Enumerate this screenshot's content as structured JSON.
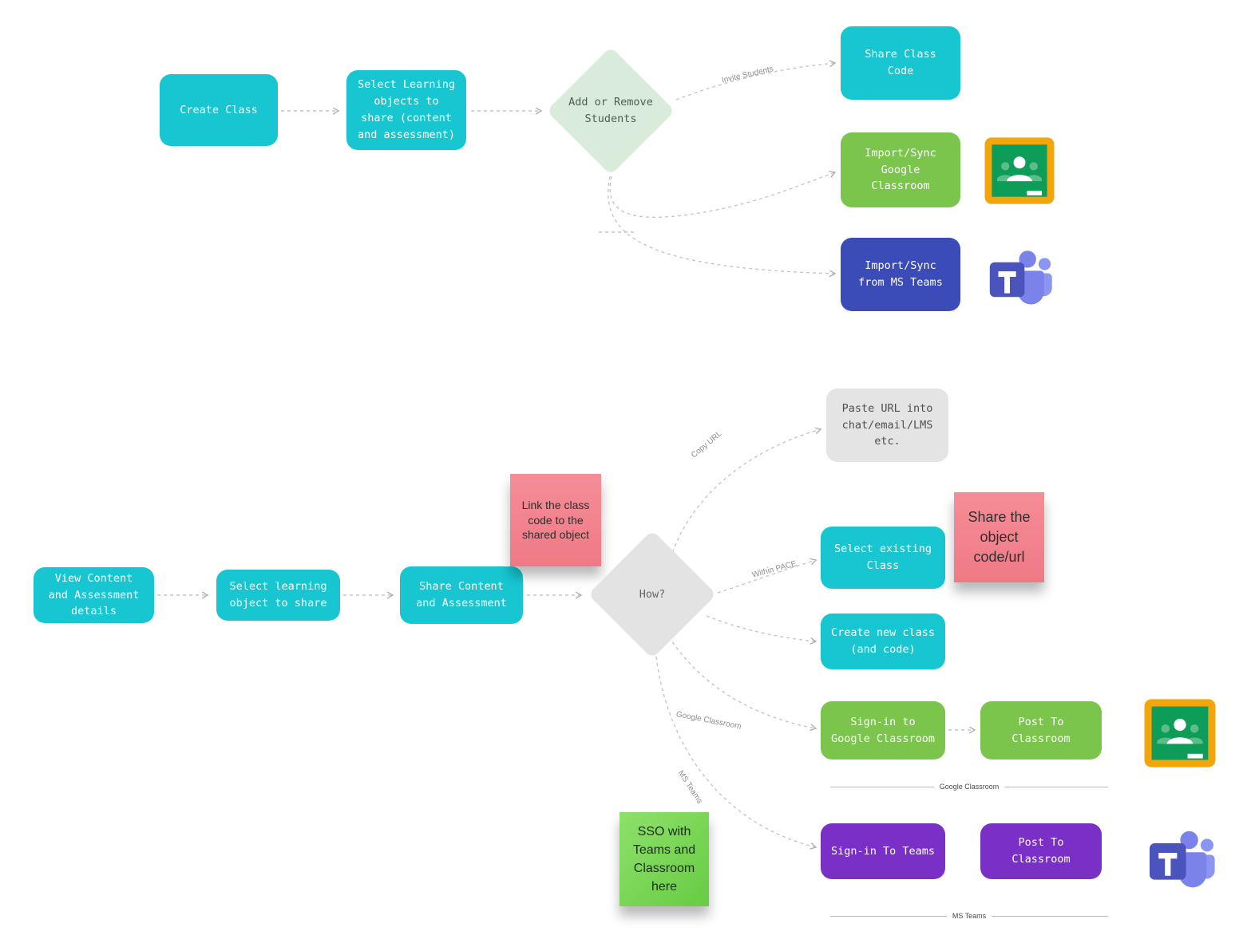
{
  "top_flow": {
    "create_class": "Create Class",
    "select_learning": "Select Learning objects to share (content and assessment)",
    "decision_add_remove": "Add or Remove Students",
    "branch_invite_students": "Invite Students",
    "share_class_code": "Share Class Code",
    "import_sync_google": "Import/Sync Google Classroom",
    "import_sync_teams": "Import/Sync from MS Teams"
  },
  "bottom_flow": {
    "view_content": "View Content and Assessment details",
    "select_object": "Select learning object to share",
    "share_content": "Share Content and Assessment",
    "decision_how": "How?",
    "branch_copy_url": "Copy URL",
    "branch_within_pace": "Within PACE",
    "branch_google_classroom": "Google Classroom",
    "branch_ms_teams": "MS Teams",
    "paste_url": "Paste URL into chat/email/LMS etc.",
    "select_existing_class": "Select existing Class",
    "create_new_class": "Create new class (and code)",
    "sign_in_google": "Sign-in to Google Classroom",
    "post_to_classroom_google": "Post To Classroom",
    "divider_google": "Google Classroom",
    "sign_in_teams": "Sign-in To Teams",
    "post_to_classroom_teams": "Post To Classroom",
    "divider_teams": "MS Teams"
  },
  "sticky_notes": {
    "link_class_code": "Link the class code to the shared object",
    "share_object": "Share the object code/url",
    "sso_note": "SSO with Teams and Classroom here"
  },
  "icons": {
    "google_classroom": "google-classroom-icon",
    "ms_teams": "ms-teams-icon"
  },
  "colors": {
    "teal": "#17c6d1",
    "green": "#7bc54c",
    "indigo": "#3b4cb8",
    "purple": "#7a2fc7",
    "gray_box": "#e4e4e4",
    "diamond_mint": "#d9ecdc",
    "diamond_gray": "#e3e3e3",
    "sticky_pink": "#f2838d",
    "sticky_green": "#74d455",
    "connector": "#c6c6c6"
  }
}
